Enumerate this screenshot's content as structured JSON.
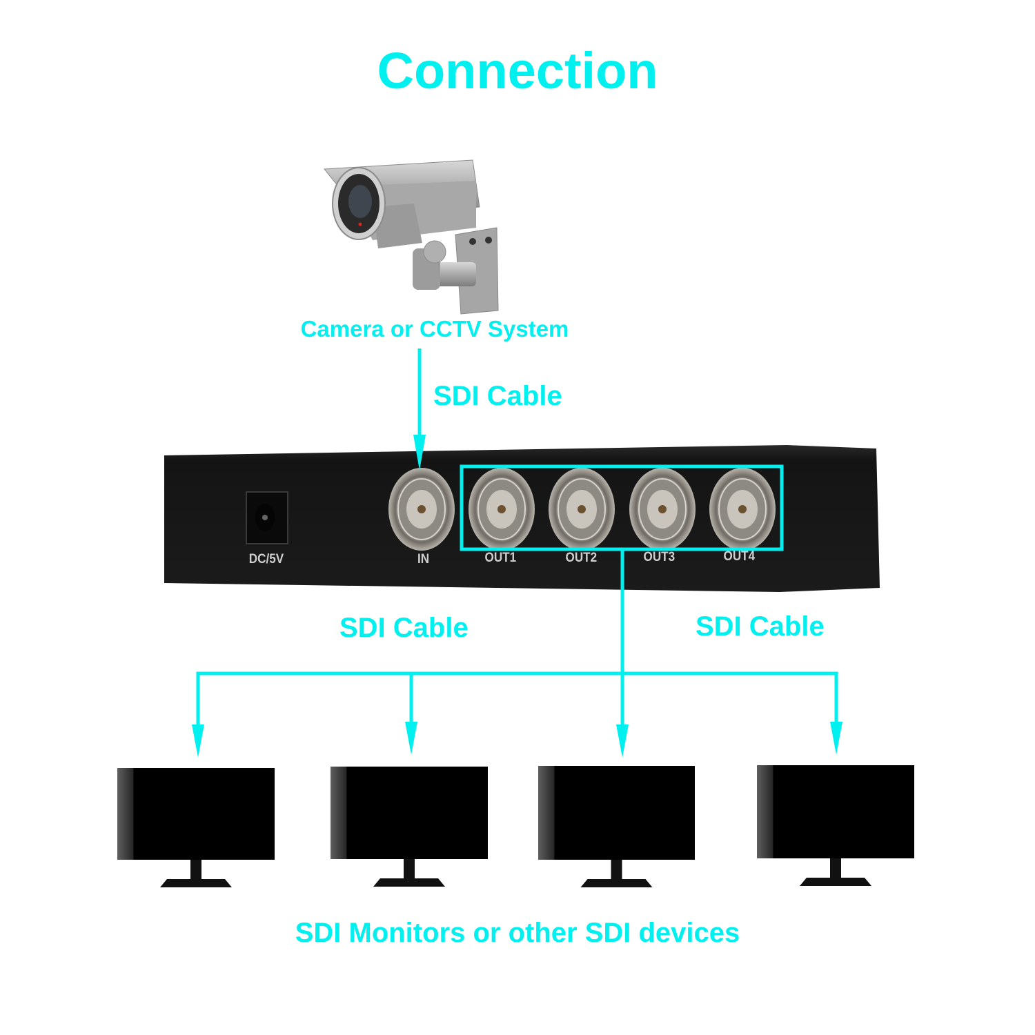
{
  "title": "Connection",
  "camera": {
    "label": "Camera or CCTV System",
    "icon": "cctv-camera-icon"
  },
  "cables": {
    "input_label": "SDI Cable",
    "output_left_label": "SDI Cable",
    "output_right_label": "SDI Cable"
  },
  "splitter": {
    "power_label": "DC/5V",
    "ports": [
      {
        "id": "in",
        "label": "IN"
      },
      {
        "id": "out1",
        "label": "OUT1"
      },
      {
        "id": "out2",
        "label": "OUT2"
      },
      {
        "id": "out3",
        "label": "OUT3"
      },
      {
        "id": "out4",
        "label": "OUT4"
      }
    ]
  },
  "monitors": {
    "count": 4,
    "label": "SDI Monitors or other SDI devices"
  },
  "colors": {
    "accent": "#00f0f0",
    "device": "#111111",
    "background": "#ffffff"
  }
}
